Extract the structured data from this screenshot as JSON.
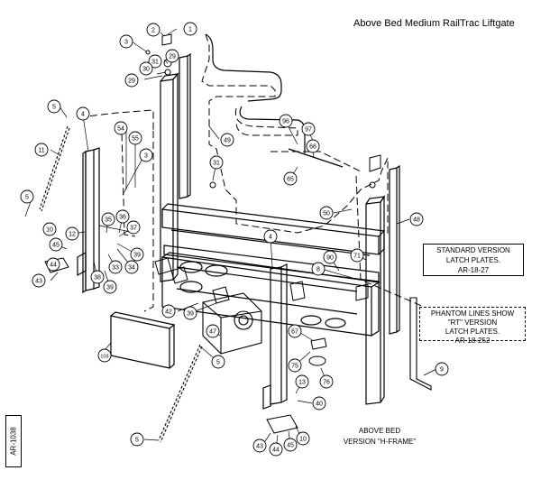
{
  "title": "Above Bed Medium RailTrac Liftgate",
  "notes": {
    "standard_version": [
      "STANDARD VERSION",
      "LATCH PLATES.",
      "AR-18-27"
    ],
    "phantom_lines": [
      "PHANTOM LINES SHOW",
      "\"RT\" VERSION",
      "LATCH PLATES.",
      "AR-18-252"
    ],
    "hframe": [
      "ABOVE BED",
      "VERSION \"H-FRAME\""
    ]
  },
  "doc_id": "AR-1038",
  "callouts": [
    "1",
    "2",
    "3",
    "31",
    "29",
    "30",
    "29",
    "5",
    "4",
    "11",
    "54",
    "55",
    "3",
    "31",
    "49",
    "96",
    "97",
    "66",
    "65",
    "5",
    "10",
    "12",
    "35",
    "36",
    "37",
    "39",
    "45",
    "44",
    "43",
    "38",
    "33",
    "34",
    "39",
    "48",
    "50",
    "4",
    "90",
    "8",
    "71",
    "42",
    "39",
    "47",
    "103",
    "5",
    "67",
    "75",
    "76",
    "13",
    "40",
    "9",
    "5",
    "43",
    "44",
    "45",
    "10"
  ]
}
